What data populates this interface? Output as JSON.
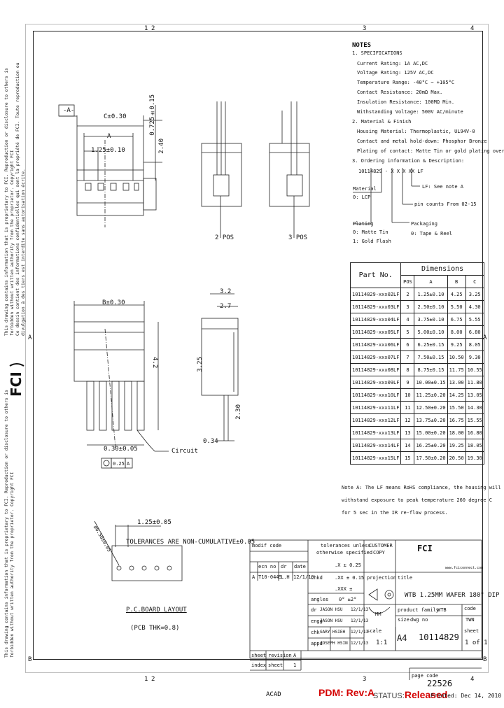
{
  "grid": {
    "top_cols": [
      "1",
      "2",
      "3",
      "4"
    ],
    "bottom_cols": [
      "1",
      "2",
      "3",
      "4"
    ],
    "rows": [
      "A",
      "B"
    ]
  },
  "notes": {
    "title": "NOTES",
    "lines": [
      "1. SPECIFICATIONS",
      "Current Rating: 1A AC,DC",
      "Voltage Rating: 125V AC,DC",
      "Temperature Range: -40°C ~ +105°C",
      "Contact Resistance: 20mΩ Max.",
      "Insulation Resistance: 100MΩ Min.",
      "Withstanding Voltage: 500V AC/minute",
      "2. Material & Finish",
      "Housing Material: Thermoplastic, UL94V-0",
      "Contact and metal hold-down: Phosphor Bronze",
      "Plating of contact: Matte Tin or gold plating over Nickel.",
      "3. Ordering information & Description:"
    ],
    "part_code": "10114829 - X X X XX LF"
  },
  "ordering": {
    "material": "Material",
    "material_val": "0: LCP",
    "lf": "LF: See note A",
    "pins": "pin counts From 02-15",
    "plating": "Plating",
    "plating_tin": "0: Matte Tin",
    "plating_gold": "1: Gold Flash",
    "packaging": "Packaging",
    "packaging_val": "0: Tape & Reel"
  },
  "drawing_labels": {
    "dim_c": "C±0.30",
    "dim_a": "A",
    "dim_pitch": "1.25±0.10",
    "dim_0725": "0.725±0.15",
    "dim_240": "2.40",
    "datum_a": "-A-",
    "pos2": "2 POS",
    "pos3": "3 POS",
    "dim_b": "B±0.30",
    "dim_42": "4.2",
    "dim_32": "3.2",
    "dim_27": "2.7",
    "dim_325": "3.25",
    "dim_230": "2.30",
    "dim_030": "0.30±0.05",
    "dim_034": "0.34",
    "circuit": "Circuit",
    "position_tol": "0.25",
    "position_ref": "A",
    "pcb_pitch": "1.25±0.05",
    "pcb_hole": "ø0.50±0.05",
    "tolerance_note": "TOLERANCES ARE NON-CUMULATIVE±0.05",
    "pcb_layout": "P.C.BOARD LAYOUT",
    "pcb_thk": "(PCB THK=0.8)"
  },
  "dim_table": {
    "part_header": "Part No.",
    "dims_header": "Dimensions",
    "col_pos": "POS",
    "col_a": "A",
    "col_b": "B",
    "col_c": "C",
    "rows": [
      [
        "10114829-xxx02LF",
        "2",
        "1.25±0.10",
        "4.25",
        "3.25"
      ],
      [
        "10114829-xxx03LF",
        "3",
        "2.50±0.10",
        "5.50",
        "4.30"
      ],
      [
        "10114829-xxx04LF",
        "4",
        "3.75±0.10",
        "6.75",
        "5.55"
      ],
      [
        "10114829-xxx05LF",
        "5",
        "5.00±0.10",
        "8.00",
        "6.80"
      ],
      [
        "10114829-xxx06LF",
        "6",
        "6.25±0.15",
        "9.25",
        "8.05"
      ],
      [
        "10114829-xxx07LF",
        "7",
        "7.50±0.15",
        "10.50",
        "9.30"
      ],
      [
        "10114829-xxx08LF",
        "8",
        "8.75±0.15",
        "11.75",
        "10.55"
      ],
      [
        "10114829-xxx09LF",
        "9",
        "10.00±0.15",
        "13.00",
        "11.80"
      ],
      [
        "10114829-xxx10LF",
        "10",
        "11.25±0.20",
        "14.25",
        "13.05"
      ],
      [
        "10114829-xxx11LF",
        "11",
        "12.50±0.20",
        "15.50",
        "14.30"
      ],
      [
        "10114829-xxx12LF",
        "12",
        "13.75±0.20",
        "16.75",
        "15.55"
      ],
      [
        "10114829-xxx13LF",
        "13",
        "15.00±0.20",
        "18.00",
        "16.80"
      ],
      [
        "10114829-xxx14LF",
        "14",
        "16.25±0.20",
        "19.25",
        "18.05"
      ],
      [
        "10114829-xxx15LF",
        "15",
        "17.50±0.20",
        "20.50",
        "19.30"
      ]
    ]
  },
  "note_a": [
    "Note A: The LF means RoHS compliance, the housing will",
    "withstand exposure to peak temperature 260 degree C",
    "for 5 sec in the IR re-flow process."
  ],
  "title_block": {
    "mod_code": "modif code",
    "tolerances": "tolerances unless",
    "tolerances2": "otherwise specified",
    "tol_x": ".X ± 0.25",
    "tol_xx": ".XX ± 0.15",
    "tol_xxx": ".XXX ± ",
    "tol_angle": "0° ±2°",
    "customer_copy": "CUSTOMER",
    "customer_copy2": "COPY",
    "fci_logo": "FCI",
    "website": "www.fciconnect.com",
    "col_ecn": "ecn no",
    "col_dr": "dr",
    "col_date": "date",
    "row_a_rev": "A",
    "row_a_ecn": "T10-0445",
    "row_a_dr": "L.H",
    "row_a_date": "12/1/10",
    "lbl_chk": "chkd",
    "lbl_angles": "angles",
    "projection": "projection",
    "title_lbl": "title",
    "title_val": "WTB 1.25MM WAFER 180° DIP",
    "product_family_lbl": "product family",
    "product_family_val": "WTB",
    "code_lbl": "code",
    "code_val": "TWN",
    "size_lbl": "size",
    "size_val": "A4",
    "dwg_lbl": "dwg no",
    "dwg_val": "10114829",
    "sheet_lbl": "sheet",
    "sheet_val": "1 of 1",
    "mm": "MM",
    "scale_lbl": "scale",
    "scale_val": "1:1",
    "sign_dr": "dr",
    "sign_engg": "engg",
    "sign_chk": "chk",
    "sign_appd": "appd",
    "name_dr": "JASON HSU",
    "name_engg": "JASON HSU",
    "name_chk": "GARY HSIEH",
    "name_appd": "JOSEPH HSIN",
    "date_dr": "12/1/13",
    "date_engg": "12/1/13",
    "date_chk": "12/1/13",
    "date_appd": "12/1/13",
    "sheet_bottom": "sheet",
    "revision_lbl": "revision",
    "revision_val": "A",
    "index": "index",
    "sheet2": "sheet",
    "sheet2_val": "1",
    "page_code_lbl": "page code",
    "page_code_val": "22526"
  },
  "footer": {
    "acad": "ACAD",
    "pdm": "PDM: Rev:A",
    "status_lbl": "STATUS:",
    "status_val": "Released",
    "printed": "Printed: Dec 14, 2010"
  },
  "side_text": {
    "left": "This drawing contains information that is proprietary to FCI. Reproduction or disclosure to others is forbidden without written authority from the proprietor. Copyright FCI",
    "right": "Ce dessin contient des informations confidentielles qui sont la propriété de FCI. Toute reproduction ou divulgation à des tiers est interdite sans autorisation écrite."
  }
}
